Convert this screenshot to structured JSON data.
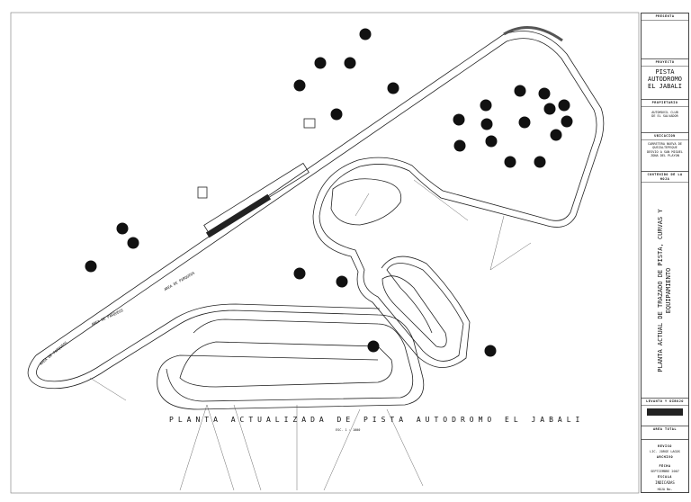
{
  "drawing": {
    "title": "PLANTA ACTUALIZADA DE PISTA AUTODROMO EL JABALI",
    "scale": "ESC. 1 : 1000",
    "labels": {
      "parking_1": "AREA DE PARQUEOS",
      "parking_2": "AREA DE PARQUEOS",
      "parking_3": "AREA DE PARQUEOS"
    }
  },
  "title_block": {
    "presenta": "PRESENTA",
    "proyecto_label": "PROYECTO",
    "proyecto": [
      "PISTA",
      "AUTODROMO",
      "EL JABALI"
    ],
    "propietario_label": "PROPIETARIO",
    "propietario": [
      "AUTOMOVIL CLUB",
      "DE EL SALVADOR"
    ],
    "ubicacion_label": "UBICACION",
    "ubicacion": [
      "CARRETERA NUEVA DE QUEZALTEPEQUE",
      "DESVIO A SAN MIGUEL",
      "ZONA DEL PLAYON"
    ],
    "contenido_label": "CONTENIDO DE LA HOJA",
    "contenido": "PLANTA ACTUAL DE TRAZADO DE PISTA, CURVAS Y EQUIPAMIENTO",
    "levanto_label": "LEVANTO Y DIBUJO",
    "area_label": "AREA TOTAL",
    "reviso_label": "REVISO",
    "reviso": "LIC. JORGE LAGOS",
    "archivo_label": "ARCHIVO",
    "fecha_label": "FECHA",
    "fecha": "SEPTIEMBRE 2007",
    "escala_label": "ESCALA",
    "escala": "INDICADAS",
    "hoja_label": "HOJA No."
  },
  "colors": {
    "line": "#222222",
    "background": "#ffffff"
  }
}
